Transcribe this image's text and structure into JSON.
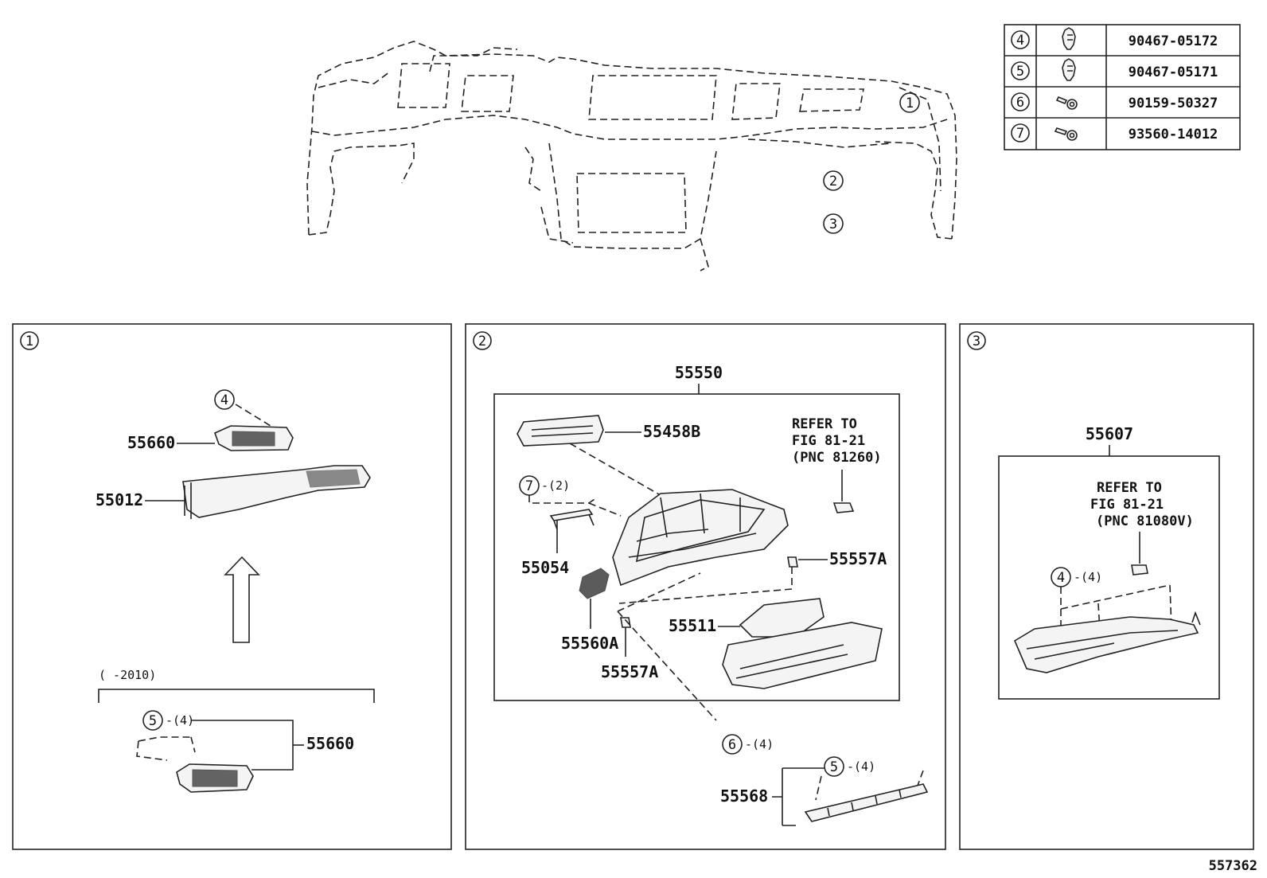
{
  "parts_table": {
    "rows": [
      {
        "ref": "4",
        "part_no": "90467-05172",
        "icon": "clip-icon"
      },
      {
        "ref": "5",
        "part_no": "90467-05171",
        "icon": "clip-icon"
      },
      {
        "ref": "6",
        "part_no": "90159-50327",
        "icon": "screw-icon"
      },
      {
        "ref": "7",
        "part_no": "93560-14012",
        "icon": "screw-icon"
      }
    ]
  },
  "overview": {
    "callouts": [
      "1",
      "2",
      "3"
    ]
  },
  "panel1": {
    "number": "1",
    "callout4": "4",
    "label_55660_top": "55660",
    "label_55012": "55012",
    "range": "(      -2010)",
    "callout5": "5",
    "callout5_qty": "-(4)",
    "label_55660_bottom": "55660"
  },
  "panel2": {
    "number": "2",
    "assembly": "55550",
    "label_55458B": "55458B",
    "refer_lines": [
      "REFER TO",
      "FIG 81-21",
      "(PNC 81260)"
    ],
    "callout7": "7",
    "callout7_qty": "-(2)",
    "label_55054": "55054",
    "label_55557A_right": "55557A",
    "label_55511": "55511",
    "label_55560A": "55560A",
    "label_55557A_bottom": "55557A",
    "callout6": "6",
    "callout6_qty": "-(4)",
    "callout5": "5",
    "callout5_qty": "-(4)",
    "label_55568": "55568"
  },
  "panel3": {
    "number": "3",
    "assembly": "55607",
    "refer_lines": [
      "REFER TO",
      "FIG 81-21",
      "(PNC 81080V)"
    ],
    "callout4": "4",
    "callout4_qty": "-(4)"
  },
  "figure_id": "557362"
}
